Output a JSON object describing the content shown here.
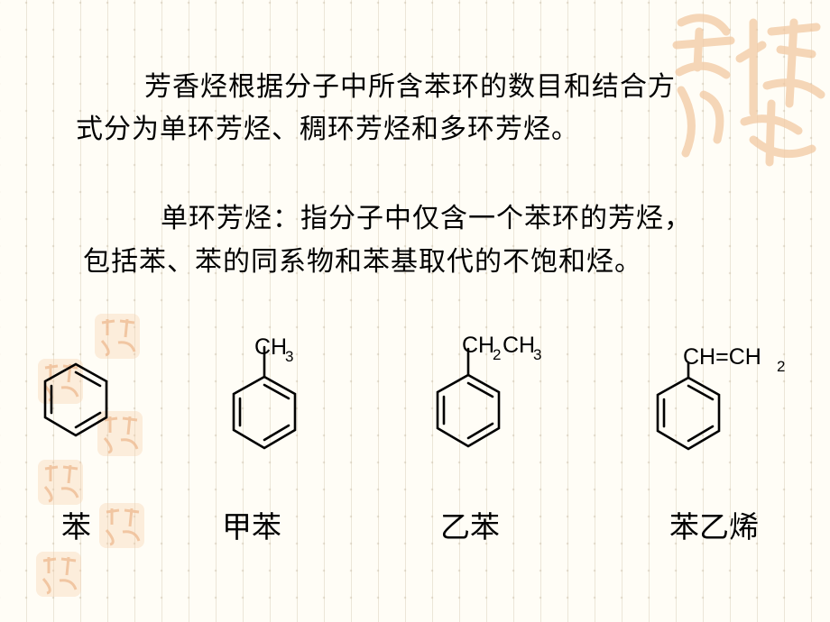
{
  "paragraphs": {
    "intro_line1": "芳香烃根据分子中所含苯环的数目和结合方",
    "intro_line2": "式分为单环芳烃、稠环芳烃和多环芳烃。",
    "def_line1": "单环芳烃：指分子中仅含一个苯环的芳烃，",
    "def_line2": "包括苯、苯的同系物和苯基取代的不饱和烃。"
  },
  "molecules": [
    {
      "name": "苯",
      "substituent": []
    },
    {
      "name": "甲苯",
      "substituent": [
        {
          "t": "CH",
          "sub": false
        },
        {
          "t": "3",
          "sub": true
        }
      ]
    },
    {
      "name": "乙苯",
      "substituent": [
        {
          "t": "CH",
          "sub": false
        },
        {
          "t": "2",
          "sub": true
        },
        {
          "t": "CH",
          "sub": false
        },
        {
          "t": "3",
          "sub": true
        }
      ]
    },
    {
      "name": "苯乙烯",
      "substituent": [
        {
          "t": "CH=CH",
          "sub": false
        },
        {
          "t": "2",
          "sub": true
        }
      ]
    }
  ],
  "decoration": {
    "seal_color": "#f0c8a0",
    "seal_icon": "auspicious-seal-icon"
  }
}
